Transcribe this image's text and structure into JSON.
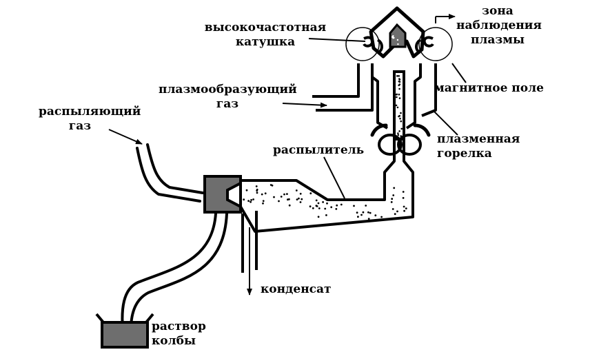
{
  "labels": {
    "hf_coil": "высокочастотная\nкатушка",
    "observation_zone": "зона\nнаблюдения\nплазмы",
    "plasma_gas": "плазмообразующий\nгаз",
    "magnetic_field": "магнитное поле",
    "spray_gas": "распыляющий\nгаз",
    "plasma_torch": "плазменная\nгорелка",
    "nebulizer": "распылитель",
    "condensate": "конденсат",
    "flask_solution": "раствор\nколбы"
  },
  "colors": {
    "line": "#000000",
    "fill_gray": "#6e6e6e",
    "background": "#ffffff"
  }
}
